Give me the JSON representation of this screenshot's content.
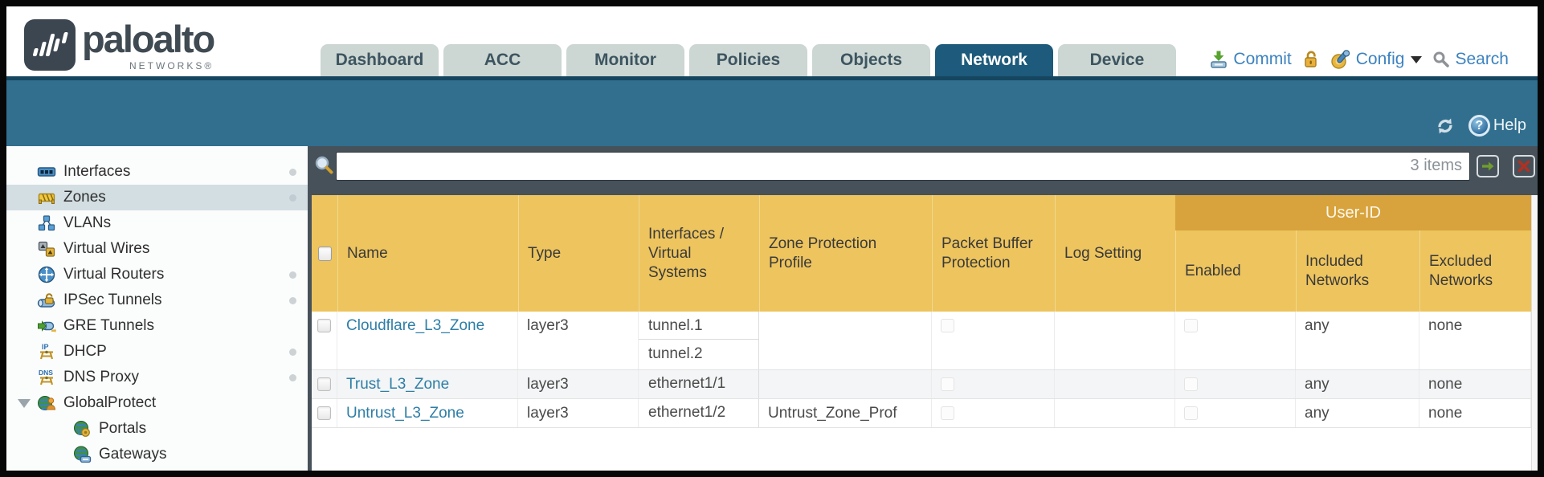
{
  "brand": {
    "name": "paloalto",
    "sub": "NETWORKS®"
  },
  "tabs": [
    {
      "label": "Dashboard"
    },
    {
      "label": "ACC"
    },
    {
      "label": "Monitor"
    },
    {
      "label": "Policies"
    },
    {
      "label": "Objects"
    },
    {
      "label": "Network",
      "active": true
    },
    {
      "label": "Device"
    }
  ],
  "toolbar": {
    "commit_label": "Commit",
    "config_label": "Config",
    "search_label": "Search"
  },
  "band": {
    "help_label": "Help",
    "help_glyph": "?"
  },
  "sidebar": {
    "items": [
      {
        "label": "Interfaces",
        "dot": true
      },
      {
        "label": "Zones",
        "dot": true,
        "selected": true
      },
      {
        "label": "VLANs"
      },
      {
        "label": "Virtual Wires"
      },
      {
        "label": "Virtual Routers",
        "dot": true
      },
      {
        "label": "IPSec Tunnels",
        "dot": true
      },
      {
        "label": "GRE Tunnels"
      },
      {
        "label": "DHCP",
        "dot": true
      },
      {
        "label": "DNS Proxy",
        "dot": true
      },
      {
        "label": "GlobalProtect",
        "expanded": true
      },
      {
        "label": "Portals",
        "child": true
      },
      {
        "label": "Gateways",
        "child": true
      }
    ]
  },
  "filter": {
    "value": "",
    "count": "3 items"
  },
  "table": {
    "group_header": "User-ID",
    "columns": [
      "Name",
      "Type",
      "Interfaces / Virtual Systems",
      "Zone Protection Profile",
      "Packet Buffer Protection",
      "Log Setting",
      "Enabled",
      "Included Networks",
      "Excluded Networks"
    ],
    "rows": [
      {
        "name": "Cloudflare_L3_Zone",
        "type": "layer3",
        "interfaces": [
          "tunnel.1",
          "tunnel.2"
        ],
        "zone_protection_profile": "",
        "log_setting": "",
        "included_networks": "any",
        "excluded_networks": "none"
      },
      {
        "name": "Trust_L3_Zone",
        "type": "layer3",
        "interfaces": [
          "ethernet1/1"
        ],
        "zone_protection_profile": "",
        "log_setting": "",
        "included_networks": "any",
        "excluded_networks": "none"
      },
      {
        "name": "Untrust_L3_Zone",
        "type": "layer3",
        "interfaces": [
          "ethernet1/2"
        ],
        "zone_protection_profile": "Untrust_Zone_Prof",
        "log_setting": "",
        "included_networks": "any",
        "excluded_networks": "none"
      }
    ]
  },
  "colors": {
    "teal_band": "#326f8f",
    "tab_active": "#1d5a7b",
    "slate_bar": "#47515a",
    "gold_header": "#edc45e",
    "gold_group": "#d8a33c",
    "link": "#2e7ea6",
    "selected_row": "#d3dee3"
  }
}
